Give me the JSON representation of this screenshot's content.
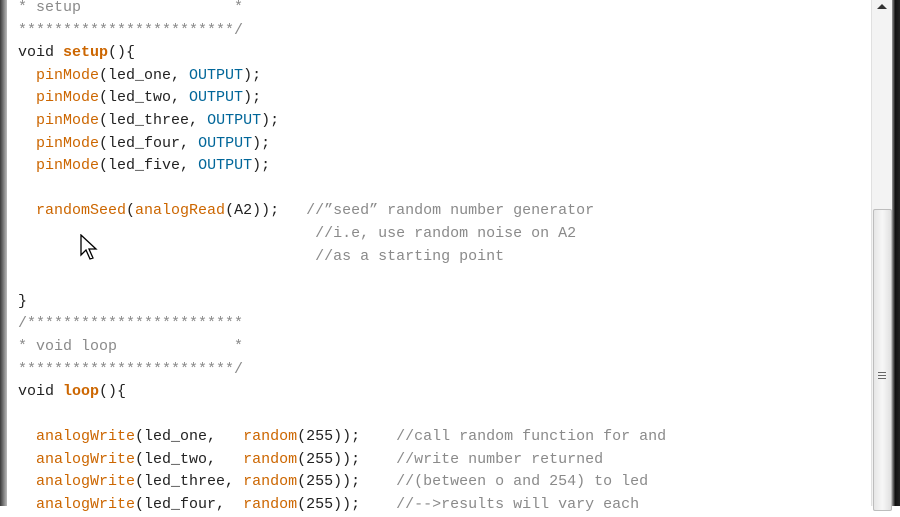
{
  "editor": {
    "lines": [
      [
        {
          "t": "* setup                 *",
          "c": "cm"
        }
      ],
      [
        {
          "t": "************************/",
          "c": "cm"
        }
      ],
      [
        {
          "t": "void ",
          "c": ""
        },
        {
          "t": "setup",
          "c": "kwb"
        },
        {
          "t": "(){",
          "c": ""
        }
      ],
      [
        {
          "t": "  ",
          "c": ""
        },
        {
          "t": "pinMode",
          "c": "kw"
        },
        {
          "t": "(led_one, ",
          "c": ""
        },
        {
          "t": "OUTPUT",
          "c": "const"
        },
        {
          "t": ");",
          "c": ""
        }
      ],
      [
        {
          "t": "  ",
          "c": ""
        },
        {
          "t": "pinMode",
          "c": "kw"
        },
        {
          "t": "(led_two, ",
          "c": ""
        },
        {
          "t": "OUTPUT",
          "c": "const"
        },
        {
          "t": ");",
          "c": ""
        }
      ],
      [
        {
          "t": "  ",
          "c": ""
        },
        {
          "t": "pinMode",
          "c": "kw"
        },
        {
          "t": "(led_three, ",
          "c": ""
        },
        {
          "t": "OUTPUT",
          "c": "const"
        },
        {
          "t": ");",
          "c": ""
        }
      ],
      [
        {
          "t": "  ",
          "c": ""
        },
        {
          "t": "pinMode",
          "c": "kw"
        },
        {
          "t": "(led_four, ",
          "c": ""
        },
        {
          "t": "OUTPUT",
          "c": "const"
        },
        {
          "t": ");",
          "c": ""
        }
      ],
      [
        {
          "t": "  ",
          "c": ""
        },
        {
          "t": "pinMode",
          "c": "kw"
        },
        {
          "t": "(led_five, ",
          "c": ""
        },
        {
          "t": "OUTPUT",
          "c": "const"
        },
        {
          "t": ");",
          "c": ""
        }
      ],
      [],
      [
        {
          "t": "  ",
          "c": ""
        },
        {
          "t": "randomSeed",
          "c": "kw"
        },
        {
          "t": "(",
          "c": ""
        },
        {
          "t": "analogRead",
          "c": "kw"
        },
        {
          "t": "(A2));   ",
          "c": ""
        },
        {
          "t": "//”seed” random number generator",
          "c": "cm"
        }
      ],
      [
        {
          "t": "                                 ",
          "c": ""
        },
        {
          "t": "//i.e, use random noise on A2",
          "c": "cm"
        }
      ],
      [
        {
          "t": "                                 ",
          "c": ""
        },
        {
          "t": "//as a starting point",
          "c": "cm"
        }
      ],
      [],
      [
        {
          "t": "}",
          "c": ""
        }
      ],
      [
        {
          "t": "/************************",
          "c": "cm"
        }
      ],
      [
        {
          "t": "* void loop             *",
          "c": "cm"
        }
      ],
      [
        {
          "t": "************************/",
          "c": "cm"
        }
      ],
      [
        {
          "t": "void ",
          "c": ""
        },
        {
          "t": "loop",
          "c": "kwb"
        },
        {
          "t": "(){",
          "c": ""
        }
      ],
      [],
      [
        {
          "t": "  ",
          "c": ""
        },
        {
          "t": "analogWrite",
          "c": "kw"
        },
        {
          "t": "(led_one,   ",
          "c": ""
        },
        {
          "t": "random",
          "c": "kw"
        },
        {
          "t": "(255));    ",
          "c": ""
        },
        {
          "t": "//call random function for and",
          "c": "cm"
        }
      ],
      [
        {
          "t": "  ",
          "c": ""
        },
        {
          "t": "analogWrite",
          "c": "kw"
        },
        {
          "t": "(led_two,   ",
          "c": ""
        },
        {
          "t": "random",
          "c": "kw"
        },
        {
          "t": "(255));    ",
          "c": ""
        },
        {
          "t": "//write number returned",
          "c": "cm"
        }
      ],
      [
        {
          "t": "  ",
          "c": ""
        },
        {
          "t": "analogWrite",
          "c": "kw"
        },
        {
          "t": "(led_three, ",
          "c": ""
        },
        {
          "t": "random",
          "c": "kw"
        },
        {
          "t": "(255));    ",
          "c": ""
        },
        {
          "t": "//(between o and 254) to led",
          "c": "cm"
        }
      ],
      [
        {
          "t": "  ",
          "c": ""
        },
        {
          "t": "analogWrite",
          "c": "kw"
        },
        {
          "t": "(led_four,  ",
          "c": ""
        },
        {
          "t": "random",
          "c": "kw"
        },
        {
          "t": "(255));    ",
          "c": ""
        },
        {
          "t": "//-->results will vary each",
          "c": "cm"
        }
      ]
    ]
  },
  "scrollbar": {
    "position_fraction": 0.42
  },
  "colors": {
    "keyword": "#cc6600",
    "constant": "#006699",
    "comment": "#8a8a8a"
  }
}
